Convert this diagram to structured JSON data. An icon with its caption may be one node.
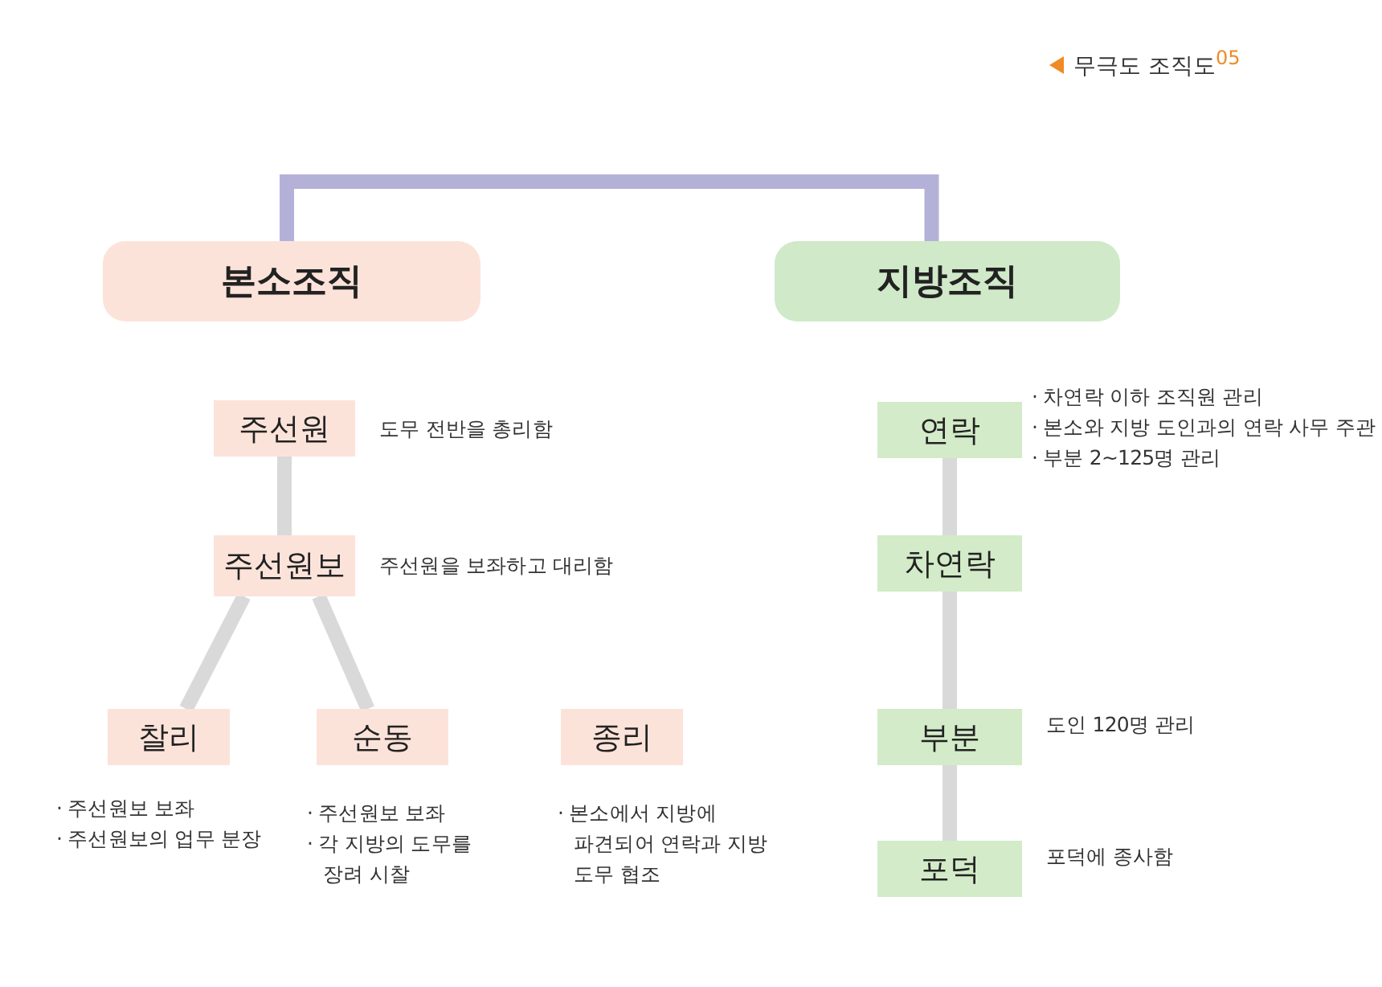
{
  "diagram": {
    "title": "무극도 조직도$^{05}$",
    "nodes": [
      {
        "text": [
          "본소조직"
        ]
      },
      {
        "text": [
          "지방조직"
        ]
      },
      {
        "text": [
          "주선원"
        ],
        "beside": [
          "도무 전반을 총리함"
        ]
      },
      {
        "text": [
          "주선원보"
        ],
        "beside": [
          "주선원을 보좌하고 대리함"
        ]
      },
      {
        "text": [
          "찰리"
        ],
        "beside": [
          "· 주선원보 보좌",
          "· 주선원보의 업무 분장"
        ]
      },
      {
        "text": [
          "순동"
        ],
        "beside": [
          "· 주선원보 보좌",
          "· 각 지방의 도무를 장려 시찰"
        ]
      },
      {
        "text": [
          "종리"
        ],
        "beside": [
          "· 본소에서 지방에 파견되어 연락과 지방 도무 협조"
        ]
      },
      {
        "text": [
          "연락"
        ],
        "beside": [
          "· 차연락 이하 조직원 관리",
          "· 본소와 지방 도인과의 연락 사무 주관",
          "· 부분 2~125명 관리"
        ]
      },
      {
        "text": [
          "차연락"
        ]
      },
      {
        "text": [
          "부분"
        ],
        "beside": [
          "도인 120명 관리"
        ]
      },
      {
        "text": [
          "포덕"
        ],
        "beside": [
          "포덕에 종사함"
        ]
      }
    ],
    "edges": [
      {
        "from": 0,
        "to": 1,
        "arrow": "none",
        "color": "#b4b1d9"
      },
      {
        "from": 2,
        "to": 3,
        "arrow": "none"
      },
      {
        "from": 3,
        "to": 4,
        "arrow": "none"
      },
      {
        "from": 3,
        "to": 5,
        "arrow": "none"
      },
      {
        "from": 7,
        "to": 8,
        "arrow": "none"
      },
      {
        "from": 8,
        "to": 9,
        "arrow": "none"
      },
      {
        "from": 9,
        "to": 10,
        "arrow": "none"
      }
    ]
  }
}
